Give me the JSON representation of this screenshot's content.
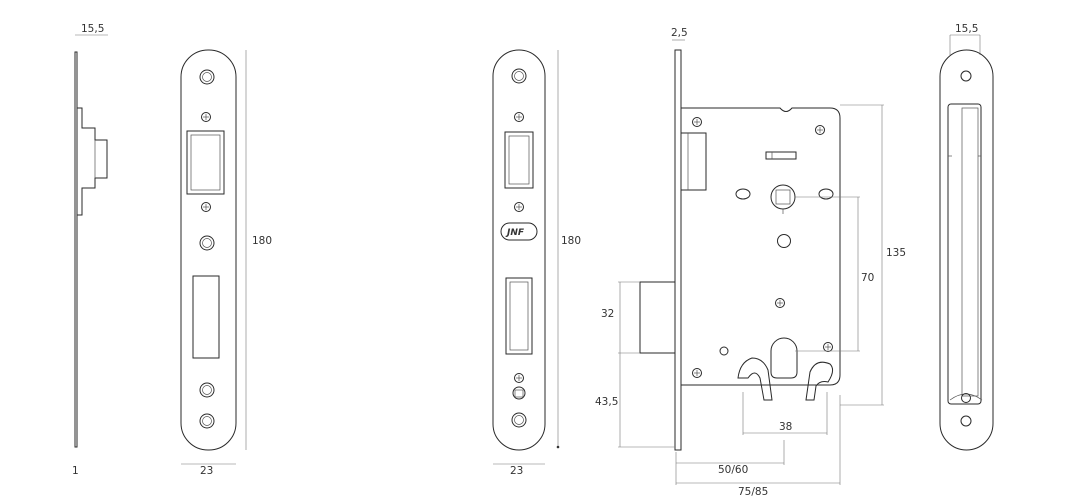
{
  "views": {
    "side_profile": {
      "top_dim": "15,5",
      "bottom_dim": "1"
    },
    "faceplate_front": {
      "height_dim": "180",
      "width_dim": "23"
    },
    "faceplate_back": {
      "height_dim": "180",
      "width_dim": "23",
      "logo": "JNF"
    },
    "lock_body": {
      "plate_thickness": "2,5",
      "latch_height": "32",
      "deadbolt_offset": "43,5",
      "body_height": "135",
      "center_distance": "70",
      "cylinder_width": "38",
      "backset": "50/60",
      "total_depth": "75/85"
    },
    "end_view": {
      "top_dim": "15,5"
    }
  }
}
